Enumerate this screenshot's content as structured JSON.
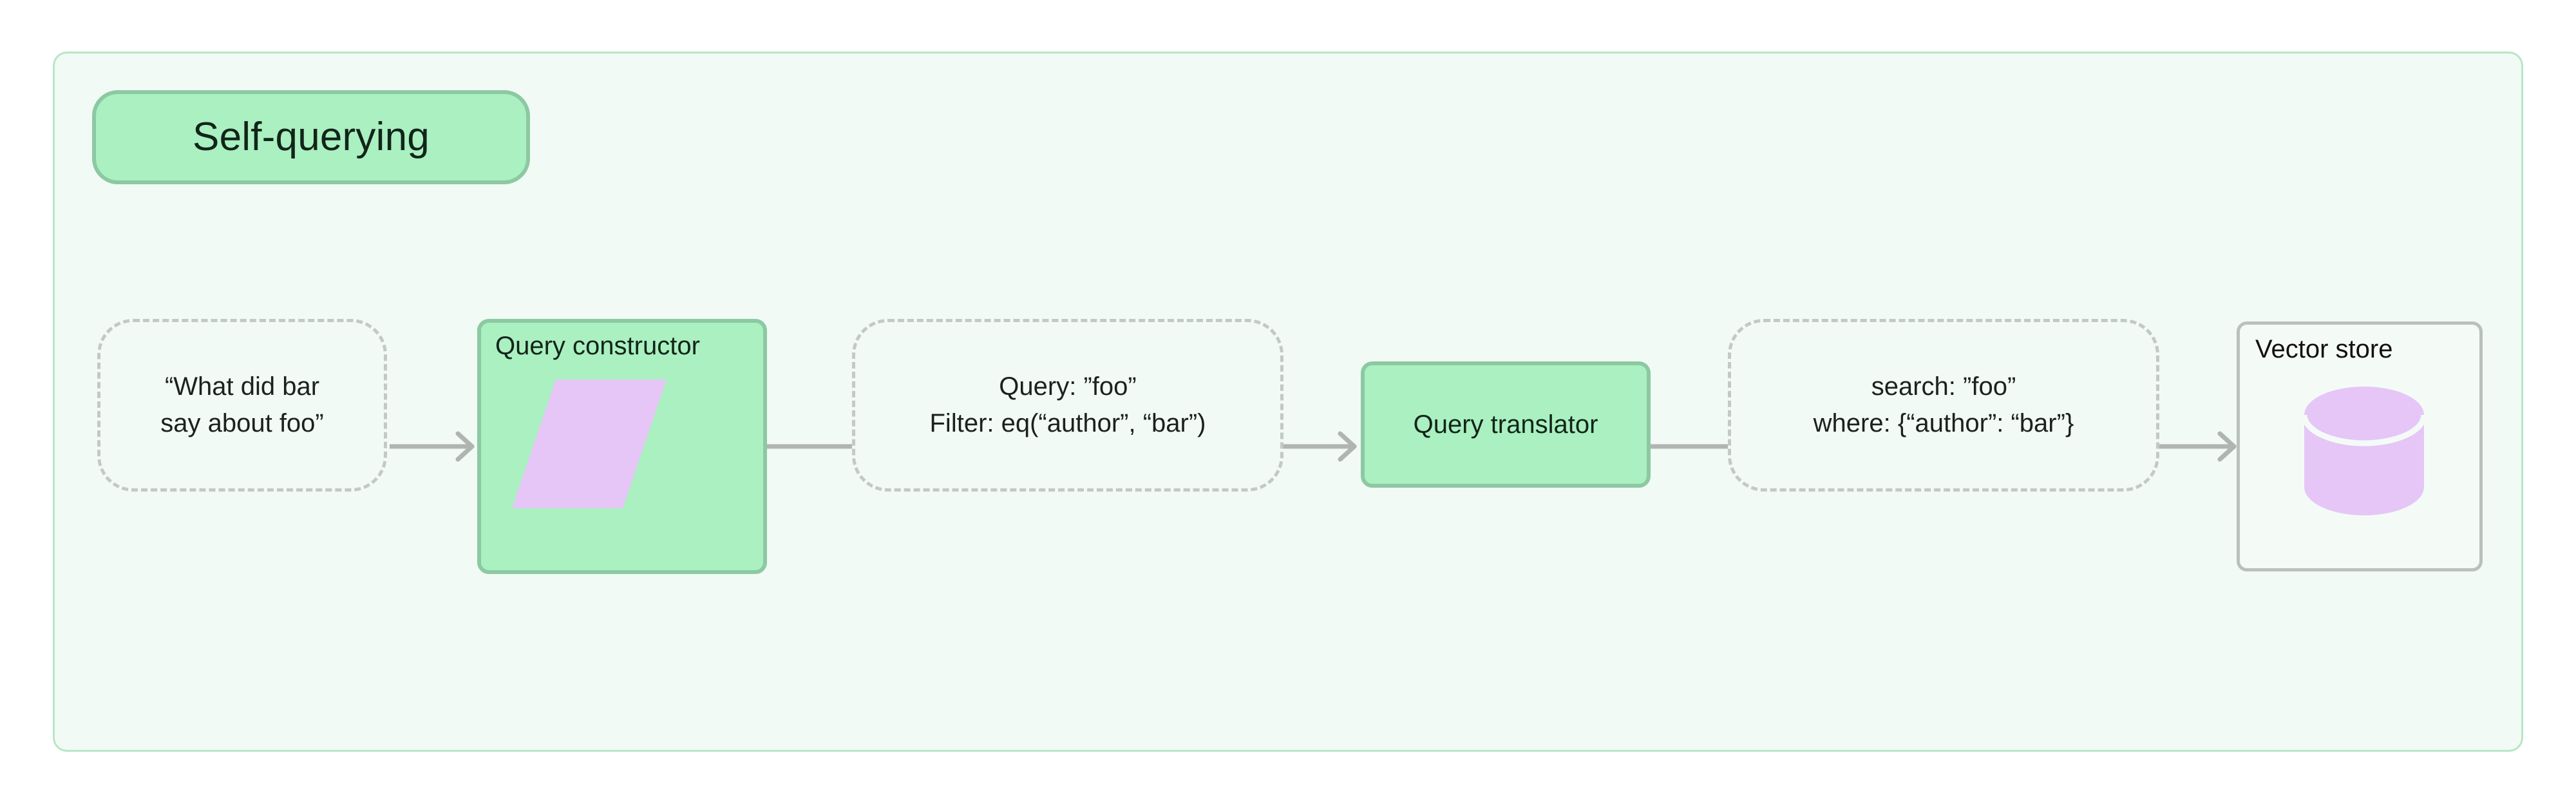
{
  "diagram": {
    "title": "Self-querying",
    "background_color": "#ffffff",
    "container_fill": "#f1faf4",
    "container_border": "#b8e6c6",
    "accent_green": "#aaf0c0",
    "accent_green_border": "#8cc9a2",
    "accent_purple": "#e5c6f7",
    "dashed_border_color": "#c3c9c6",
    "connector_color": "#b0b4b2",
    "text_color": "#1b211e"
  },
  "nodes": {
    "question": {
      "type": "dashed",
      "line1": "“What did bar",
      "line2": "say about foo”"
    },
    "query_constructor": {
      "type": "process",
      "heading": "Query constructor",
      "glyph": "parallelogram-icon"
    },
    "structured_query": {
      "type": "dashed",
      "line1": "Query: ”foo”",
      "line2": "Filter: eq(“author”, “bar”)"
    },
    "query_translator": {
      "type": "process",
      "heading": "Query translator"
    },
    "native_query": {
      "type": "dashed",
      "line1": "search: ”foo”",
      "line2": "where: {“author”: “bar”}"
    },
    "vector_store": {
      "type": "store",
      "heading": "Vector store",
      "glyph": "database-cylinder-icon"
    }
  },
  "connectors": [
    {
      "from": "question",
      "to": "query_constructor",
      "arrowhead": true
    },
    {
      "from": "query_constructor",
      "to": "structured_query",
      "arrowhead": false
    },
    {
      "from": "structured_query",
      "to": "query_translator",
      "arrowhead": true
    },
    {
      "from": "query_translator",
      "to": "native_query",
      "arrowhead": false
    },
    {
      "from": "native_query",
      "to": "vector_store",
      "arrowhead": true
    }
  ]
}
